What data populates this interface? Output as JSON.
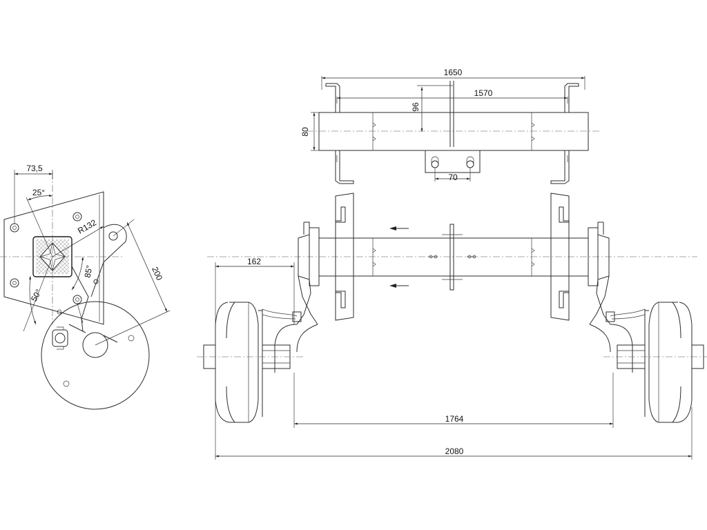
{
  "dimensions": {
    "overall_frame_width": "1650",
    "bracket_spacing": "1570",
    "bracket_height": "96",
    "beam_height": "80",
    "clamp_width": "70",
    "hub_offset": "162",
    "track_width": "1764",
    "overall_width": "2080",
    "side_offset": "73,5",
    "angle_top": "25°",
    "radius": "R132",
    "angle_arm": "85°",
    "angle_low": "50°",
    "arm_length": "200"
  }
}
